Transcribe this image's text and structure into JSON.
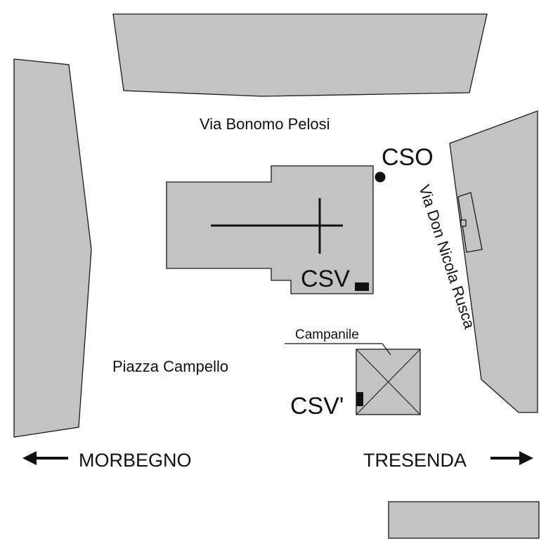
{
  "streets": {
    "bonomo_pelosi": "Via Bonomo Pelosi",
    "don_nicola_rusca": "Via Don Nicola Rusca",
    "piazza": "Piazza Campello"
  },
  "landmarks": {
    "campanile": "Campanile"
  },
  "stations": {
    "cso": "CSO",
    "csv": "CSV",
    "csv_prime": "CSV'"
  },
  "directions": {
    "left": "MORBEGNO",
    "right": "TRESENDA"
  },
  "colors": {
    "building_fill": "#c3c3c3",
    "outline": "#1a1a1a",
    "background": "#ffffff"
  }
}
